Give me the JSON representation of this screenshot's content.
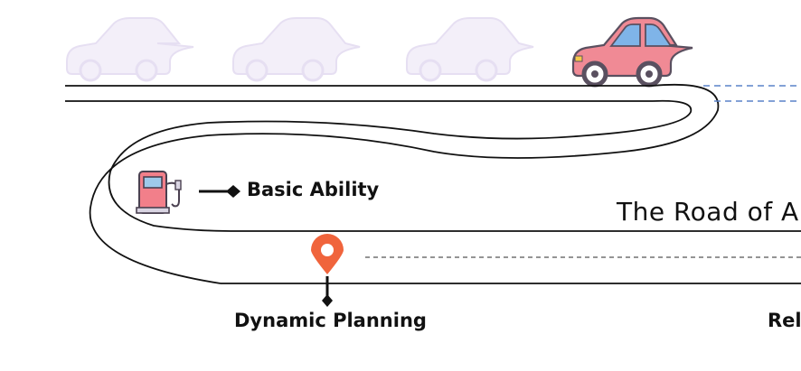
{
  "road_title": "The Road of A",
  "milestones": {
    "basic_ability": "Basic Ability",
    "dynamic_planning": "Dynamic Planning",
    "right_cut": "Rel"
  },
  "icons": {
    "faded_cars": [
      "car-icon",
      "car-icon",
      "car-icon"
    ],
    "active_car": "car-icon",
    "fuel": "fuel-pump-icon",
    "pin": "location-pin-icon"
  },
  "colors": {
    "car_body": "#f08a95",
    "car_window": "#7fb4e8",
    "faded_car": "#ece6f5",
    "fuel_pump": "#f27f8a",
    "pin": "#f0643c",
    "dashed_blue": "#5a82c8"
  }
}
